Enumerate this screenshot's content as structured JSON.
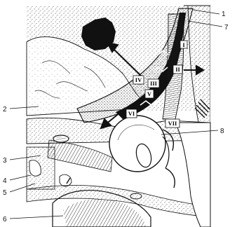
{
  "figure": {
    "callouts": [
      "1",
      "7",
      "2",
      "3",
      "4",
      "5",
      "6",
      "8"
    ],
    "roman_labels": [
      "I",
      "II",
      "III",
      "IV",
      "V",
      "VI",
      "VII"
    ]
  },
  "colors": {
    "ink": "#111111",
    "paper": "#ffffff",
    "stipple": "#2a2a2a"
  }
}
